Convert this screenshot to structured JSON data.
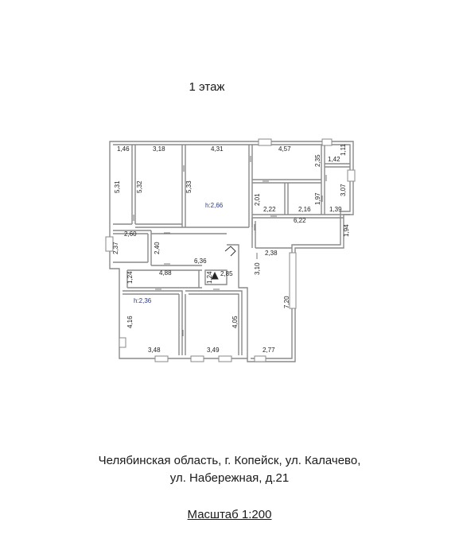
{
  "floor_title": "1 этаж",
  "address_line1": "Челябинская область, г. Копейск, ул. Калачево,",
  "address_line2": "ул. Набережная, д.21",
  "scale": "Масштаб 1:200",
  "dimensions": {
    "d146": "1,46",
    "d318": "3,18",
    "d431": "4,31",
    "d457": "4,57",
    "d142": "1,42",
    "d111": "1,11",
    "d531": "5,31",
    "d532": "5,32",
    "d533": "5,33",
    "d235": "2,35",
    "d307": "3,07",
    "d201": "2,01",
    "d197": "1,97",
    "d222": "2,22",
    "d216": "2,16",
    "d139": "1,39",
    "d622": "6,22",
    "d194": "1,94",
    "d260": "2,60",
    "d237": "2,37",
    "d240": "2,40",
    "d636": "6,36",
    "d238": "2,38",
    "d310": "3,10",
    "d124a": "1,24",
    "d488": "4,88",
    "d124b": "1,24",
    "d285": "2,85",
    "d720": "7,20",
    "d416": "4,16",
    "d405": "4,05",
    "d348": "3,48",
    "d349": "3,49",
    "d277": "2,77"
  },
  "heights": {
    "h1": "h:2,66",
    "h2": "h:2,36"
  }
}
